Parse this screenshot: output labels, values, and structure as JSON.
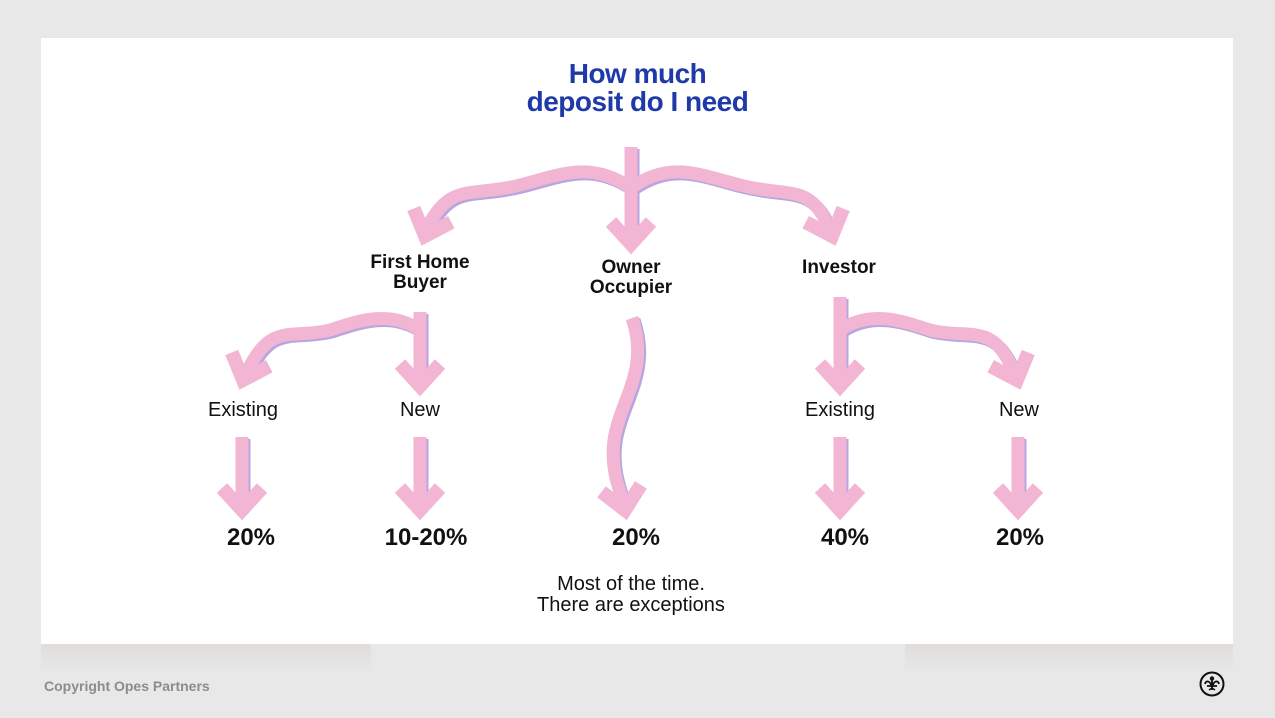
{
  "title": {
    "line1": "How much",
    "line2": "deposit do I need"
  },
  "categories": [
    {
      "label_line1": "First Home",
      "label_line2": "Buyer"
    },
    {
      "label_line1": "Owner",
      "label_line2": "Occupier"
    },
    {
      "label_line1": "Investor",
      "label_line2": ""
    }
  ],
  "subcategories": [
    {
      "parent": "First Home Buyer",
      "label": "Existing",
      "deposit": "20%"
    },
    {
      "parent": "First Home Buyer",
      "label": "New",
      "deposit": "10-20%"
    },
    {
      "parent": "Owner Occupier",
      "label": "",
      "deposit": "20%"
    },
    {
      "parent": "Investor",
      "label": "Existing",
      "deposit": "40%"
    },
    {
      "parent": "Investor",
      "label": "New",
      "deposit": "20%"
    }
  ],
  "note": {
    "line1": "Most of the time.",
    "line2": "There are exceptions"
  },
  "footer": {
    "copyright": "Copyright Opes Partners",
    "logo_icon": "fleur-de-lis-icon"
  },
  "colors": {
    "title": "#1f3aa8",
    "arrow": "#f2b6d4",
    "arrow_shadow": "#b8a6e0",
    "background": "#e8e8e8",
    "card": "#ffffff"
  }
}
